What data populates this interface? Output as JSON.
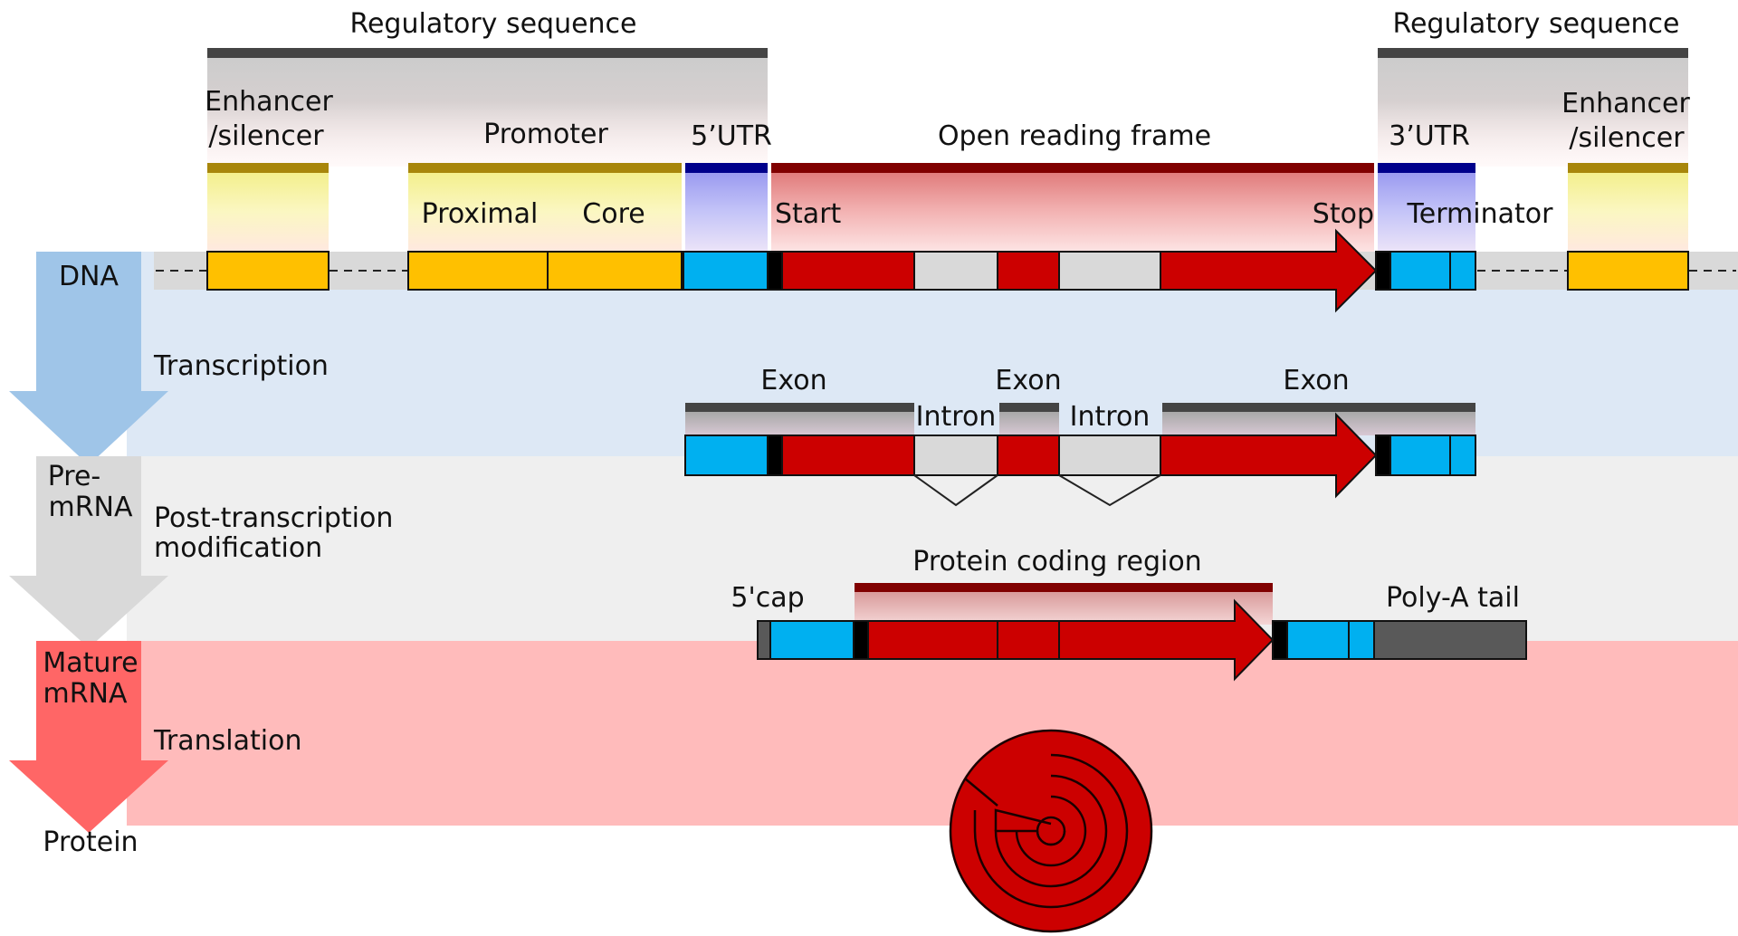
{
  "labels": {
    "regulatory_left": "Regulatory sequence",
    "regulatory_right": "Regulatory sequence",
    "enhancer_left_1": "Enhancer",
    "enhancer_left_2": "/silencer",
    "enhancer_right_1": "Enhancer",
    "enhancer_right_2": "/silencer",
    "promoter": "Promoter",
    "proximal": "Proximal",
    "core": "Core",
    "utr5": "5’UTR",
    "utr3": "3’UTR",
    "orf": "Open reading frame",
    "start": "Start",
    "stop": "Stop",
    "terminator": "Terminator",
    "exon_1": "Exon",
    "exon_2": "Exon",
    "exon_3": "Exon",
    "intron_1": "Intron",
    "intron_2": "Intron",
    "protein_coding_region": "Protein coding region",
    "cap5": "5'cap",
    "polya": "Poly-A tail"
  },
  "stages": {
    "dna": "DNA",
    "premrna_1": "Pre-",
    "premrna_2": "mRNA",
    "mature_1": "Mature",
    "mature_2": "mRNA",
    "protein": "Protein"
  },
  "processes": {
    "transcription": "Transcription",
    "post_1": "Post-transcription",
    "post_2": "modification",
    "translation": "Translation"
  },
  "colors": {
    "enhancer": "#ffc000",
    "utr": "#00b0f0",
    "coding": "#cc0000",
    "intron": "#d9d9d9",
    "polya": "#595959",
    "band_blue": "#dde8f5",
    "band_gray": "#efefef",
    "band_pink": "#ffbbbb",
    "arrow_blue": "#9fc5e8",
    "arrow_gray": "#d9d9d9",
    "arrow_red": "#ff6666",
    "olive": "#a8860b",
    "navy": "#00008b",
    "maroon": "#800000",
    "dark_bar": "#444444"
  }
}
